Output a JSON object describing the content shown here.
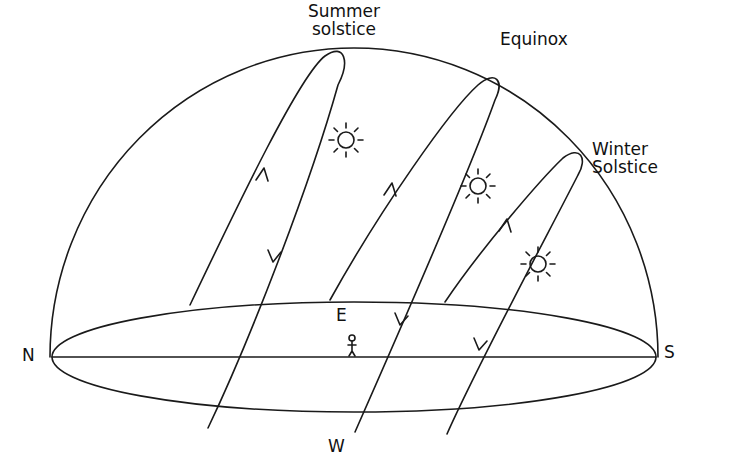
{
  "diagram": {
    "labels": [
      "Summer solstice",
      "Equinox",
      "Winter Solstice",
      "N",
      "S",
      "E",
      "W"
    ]
  }
}
